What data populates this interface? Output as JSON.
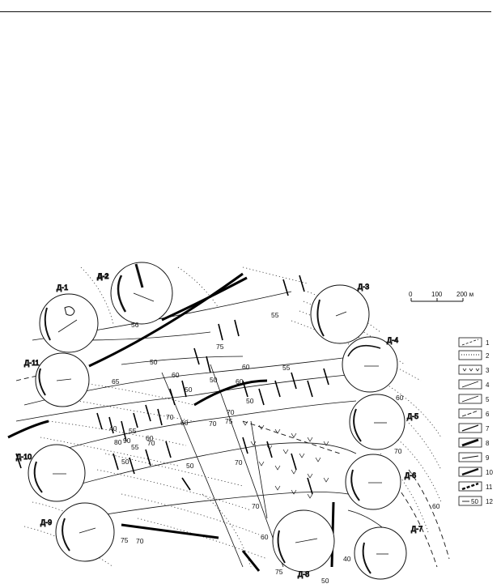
{
  "scale": {
    "labels": [
      "0",
      "100",
      "200 м"
    ]
  },
  "diagrams": [
    {
      "label": "Д-1"
    },
    {
      "label": "Д-2"
    },
    {
      "label": "Д-3"
    },
    {
      "label": "Д-4"
    },
    {
      "label": "Д-5"
    },
    {
      "label": "Д-6"
    },
    {
      "label": "Д-7"
    },
    {
      "label": "Д-8"
    },
    {
      "label": "Д-9"
    },
    {
      "label": "Д-10"
    },
    {
      "label": "Д-11"
    }
  ],
  "dips": [
    "56",
    "55",
    "65",
    "60",
    "50",
    "50",
    "50",
    "55",
    "60",
    "75",
    "60",
    "50",
    "60",
    "70",
    "70",
    "75",
    "70",
    "40",
    "80",
    "90",
    "55",
    "50",
    "60",
    "70",
    "70",
    "70",
    "50",
    "60",
    "40",
    "75",
    "50",
    "70",
    "60",
    "60",
    "70",
    "75",
    "55"
  ],
  "legend": [
    "1",
    "2",
    "3",
    "4",
    "5",
    "6",
    "7",
    "8",
    "9",
    "10",
    "11",
    "12"
  ],
  "legend_sample_dip": "50"
}
